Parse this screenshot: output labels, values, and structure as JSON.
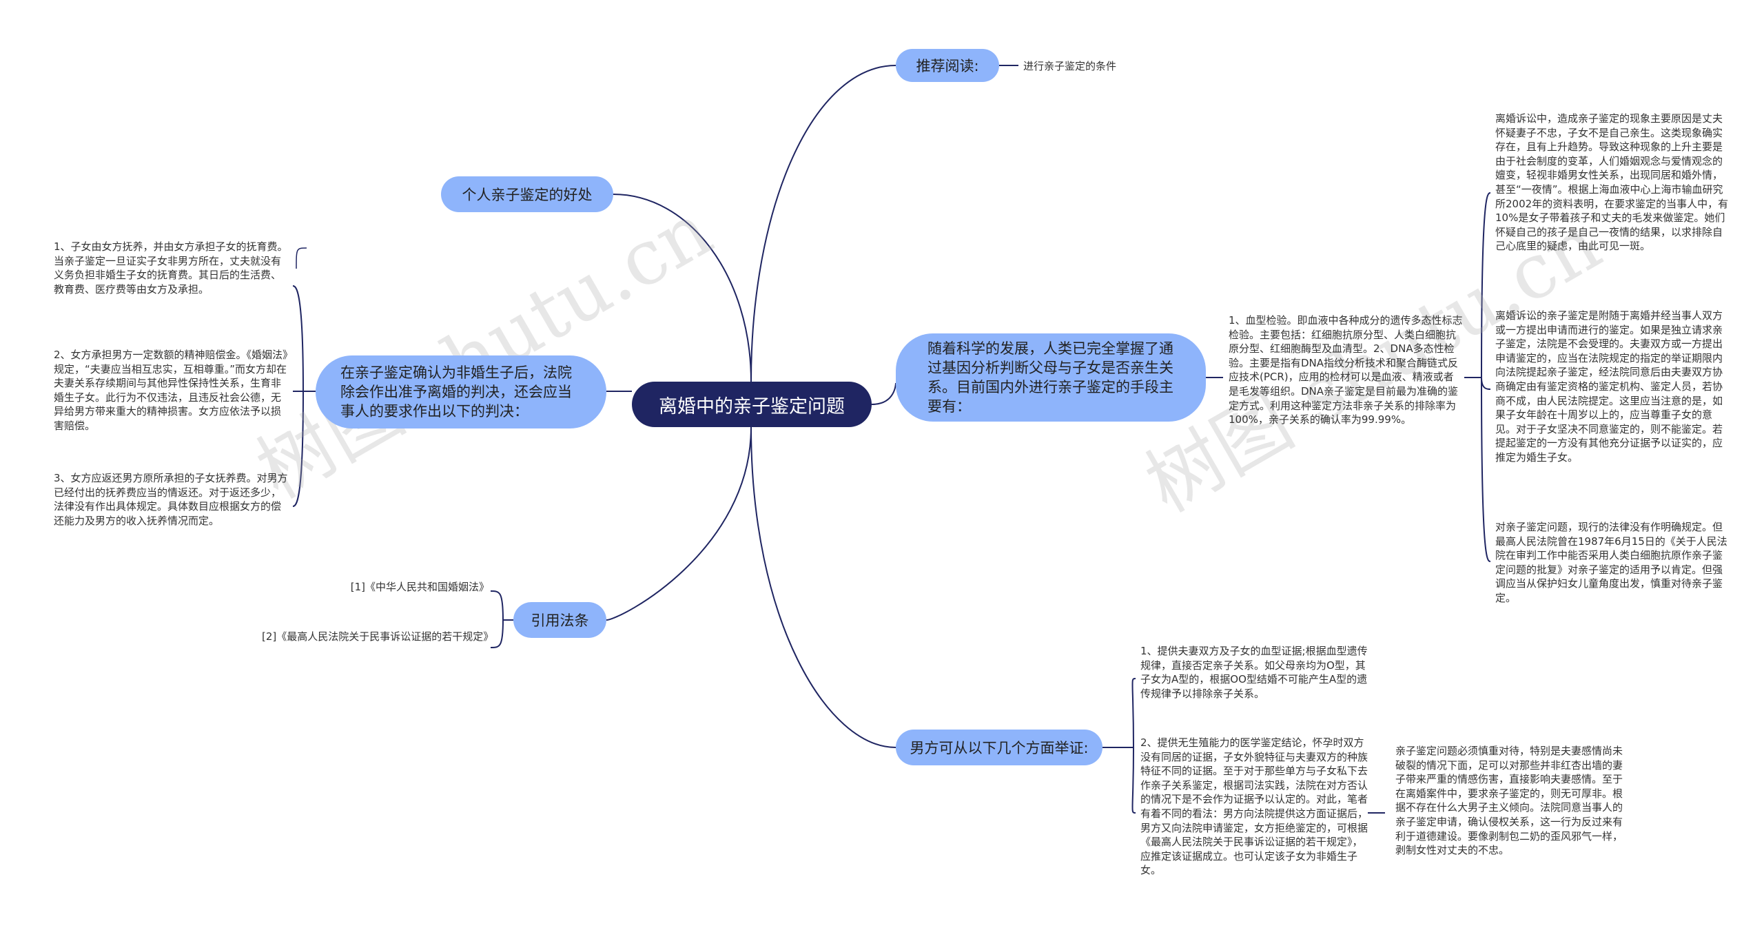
{
  "root": {
    "title": "离婚中的亲子鉴定问题"
  },
  "branches": {
    "recommend": {
      "label": "推荐阅读:",
      "leaf": "进行亲子鉴定的条件"
    },
    "benefit": {
      "label": "个人亲子鉴定的好处"
    },
    "judgment": {
      "label": "在亲子鉴定确认为非婚生子后，法院除会作出准予离婚的判决，还会应当事人的要求作出以下的判决：",
      "leaves": [
        "1、子女由女方抚养，并由女方承担子女的抚育费。当亲子鉴定一旦证实子女非男方所在，丈夫就没有义务负担非婚生子女的抚育费。其日后的生活费、教育费、医疗费等由女方及承担。",
        "2、女方承担男方一定数额的精神赔偿金。《婚姻法》规定，“夫妻应当相互忠实，互相尊重。”而女方却在夫妻关系存续期间与其他异性保持性关系，生育非婚生子女。此行为不仅违法，且违反社会公德，无异给男方带来重大的精神损害。女方应依法予以损害赔偿。",
        "3、女方应返还男方原所承担的子女抚养费。对男方已经付出的抚养费应当的情返还。对于返还多少，法律没有作出具体规定。具体数目应根据女方的偿还能力及男方的收入抚养情况而定。"
      ]
    },
    "science": {
      "label": "随着科学的发展，人类已完全掌握了通过基因分析判断父母与子女是否亲生关系。目前国内外进行亲子鉴定的手段主要有：",
      "method": "1、血型检验。即血液中各种成分的遗传多态性标志检验。主要包括：红细胞抗原分型、人类白细胞抗原分型、红细胞酶型及血清型。2、DNA多态性检验。主要是指有DNA指纹分析技术和聚合酶链式反应技术(PCR)，应用的检材可以是血液、精液或者是毛发等组织。DNA亲子鉴定是目前最为准确的鉴定方式。利用这种鉴定方法非亲子关系的排除率为100%，亲子关系的确认率为99.99%。",
      "notes": [
        "离婚诉讼中，造成亲子鉴定的现象主要原因是丈夫怀疑妻子不忠，子女不是自己亲生。这类现象确实存在，且有上升趋势。导致这种现象的上升主要是由于社会制度的变革，人们婚姻观念与爱情观念的嬗变，轻视非婚男女性关系，出现同居和婚外情，甚至“一夜情”。根据上海血液中心上海市输血研究所2002年的资料表明，在要求鉴定的当事人中，有10%是女子带着孩子和丈夫的毛发来做鉴定。她们怀疑自己的孩子是自己一夜情的结果，以求排除自己心底里的疑虑，由此可见一斑。",
        "离婚诉讼的亲子鉴定是附随于离婚并经当事人双方或一方提出申请而进行的鉴定。如果是独立请求亲子鉴定，法院是不会受理的。夫妻双方或一方提出申请鉴定的，应当在法院规定的指定的举证期限内向法院提起亲子鉴定，经法院同意后由夫妻双方协商确定由有鉴定资格的鉴定机构、鉴定人员，若协商不成，由人民法院提定。这里应当注意的是，如果子女年龄在十周岁以上的，应当尊重子女的意见。对于子女坚决不同意鉴定的，则不能鉴定。若提起鉴定的一方没有其他充分证据予以证实的，应推定为婚生子女。",
        "对亲子鉴定问题，现行的法律没有作明确规定。但最高人民法院曾在1987年6月15日的《关于人民法院在审判工作中能否采用人类白细胞抗原作亲子鉴定问题的批复》对亲子鉴定的适用予以肯定。但强调应当从保护妇女儿童角度出发，慎重对待亲子鉴定。"
      ]
    },
    "law": {
      "label": "引用法条",
      "leaves": [
        "[1]《中华人民共和国婚姻法》",
        "[2]《最高人民法院关于民事诉讼证据的若干规定》"
      ]
    },
    "evidence": {
      "label": "男方可从以下几个方面举证:",
      "leaves": [
        "1、提供夫妻双方及子女的血型证据;根据血型遗传规律，直接否定亲子关系。如父母亲均为O型，其子女为A型的，根据OO型结婚不可能产生A型的遗传规律予以排除亲子关系。",
        "2、提供无生殖能力的医学鉴定结论，怀孕时双方没有同居的证据，子女外貌特征与夫妻双方的种族特征不同的证据。至于对于那些单方与子女私下去作亲子关系鉴定，根据司法实践，法院在对方否认的情况下是不会作为证据予以认定的。对此，笔者有着不同的看法：男方向法院提供这方面证据后，男方又向法院申请鉴定，女方拒绝鉴定的，可根据《最高人民法院关于民事诉讼证据的若干规定》，应推定该证据成立。也可认定该子女为非婚生子女。"
      ],
      "note": "亲子鉴定问题必须慎重对待，特别是夫妻感情尚未破裂的情况下面，足可以对那些并非红杏出墙的妻子带来严重的情感伤害，直接影响夫妻感情。至于在离婚案件中，要求亲子鉴定的，则无可厚非。根据不存在什么大男子主义倾向。法院同意当事人的亲子鉴定申请，确认侵权关系，这一行为反过来有利于道德建设。要像剥制包二奶的歪风邪气一样，剥制女性对丈夫的不忠。"
    }
  },
  "watermarks": [
    "树图 shutu.cn",
    "树图 shutu.cn"
  ],
  "colors": {
    "root": "#1f2562",
    "branch": "#8eb4fb",
    "line": "#1f2562"
  }
}
